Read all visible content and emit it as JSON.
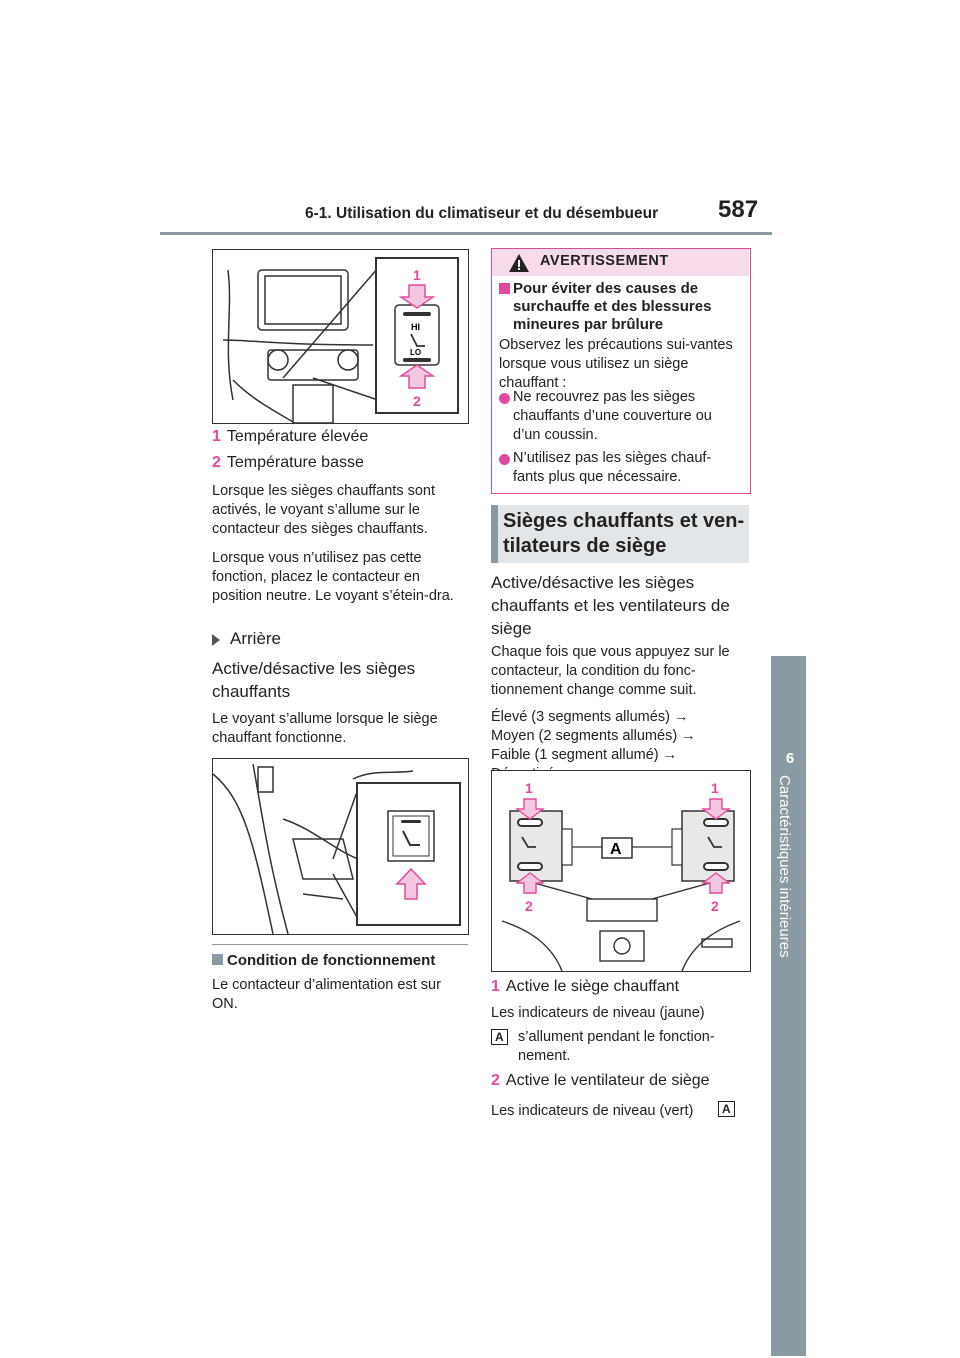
{
  "header": {
    "section": "6-1. Utilisation du climatiseur et du désembueur",
    "page_number": "587"
  },
  "side_tab": {
    "chapter": "6",
    "label": "Caractéristiques intérieures"
  },
  "left_column": {
    "figure1": {
      "callouts": [
        "1",
        "2"
      ],
      "switch_labels": [
        "HI",
        "LO"
      ]
    },
    "items": [
      {
        "num": "1",
        "text": "Température élevée"
      },
      {
        "num": "2",
        "text": "Température basse"
      }
    ],
    "para1": "Lorsque les sièges chauffants sont activés, le voyant s’allume sur le contacteur des sièges chauffants.",
    "para2": "Lorsque vous n’utilisez pas cette fonction, placez le contacteur en position neutre. Le voyant s’étein-dra.",
    "rear_label": "Arrière",
    "rear_heading": "Active/désactive les sièges chauffants",
    "rear_text": "Le voyant s’allume lorsque le siège chauffant fonctionne.",
    "condition_heading": "Condition de fonctionnement",
    "condition_text": "Le contacteur d’alimentation est sur ON."
  },
  "right_column": {
    "warning": {
      "title": "AVERTISSEMENT",
      "heading": "Pour éviter des causes de surchauffe et des blessures mineures par brûlure",
      "intro": "Observez les précautions sui-vantes lorsque vous utilisez un siège chauffant :",
      "bullets": [
        "Ne recouvrez pas les sièges chauffants d’une couverture ou d’un coussin.",
        "N’utilisez pas les sièges chauf-fants plus que nécessaire."
      ]
    },
    "section_title": "Sièges chauffants et ven-tilateurs de siège",
    "intro_heading": "Active/désactive les sièges chauffants et les ventilateurs de siège",
    "para": "Chaque fois que vous appuyez sur le contacteur, la condition du fonc-tionnement change comme suit.",
    "sequence": [
      "Élevé (3 segments allumés) →",
      "Moyen (2 segments allumés) →",
      "Faible (1 segment allumé) →",
      "Désactivé"
    ],
    "figure3": {
      "callouts_top": [
        "1",
        "1"
      ],
      "callouts_bottom": [
        "2",
        "2"
      ],
      "label": "A"
    },
    "item1": {
      "num": "1",
      "text": "Active le siège chauffant"
    },
    "item1_note_a": "Les indicateurs de niveau (jaune)",
    "item1_note_b": "s’allument pendant le fonction-nement.",
    "item2": {
      "num": "2",
      "text": "Active le ventilateur de siège"
    },
    "item2_note": "Les indicateurs de niveau (vert)",
    "label_a": "A"
  },
  "colors": {
    "accent_pink": "#e34a9e",
    "warning_bg": "#f7dbeb",
    "tab_gray": "#8a9aa3",
    "section_bg": "#e3e6e8"
  }
}
